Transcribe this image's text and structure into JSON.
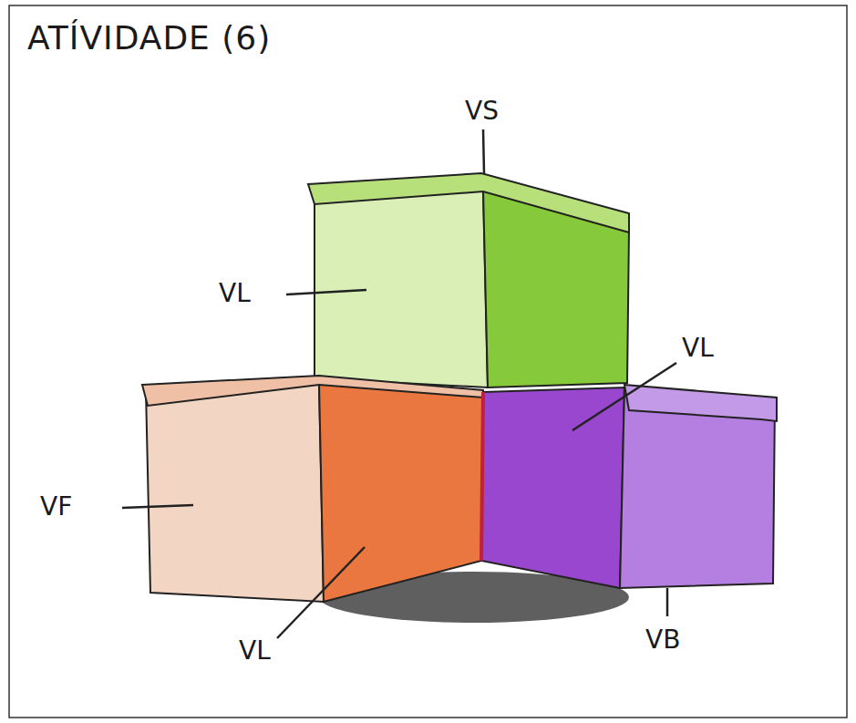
{
  "diagram": {
    "title": "ATÍVIDADE (6)",
    "labels": [
      "VS",
      "VL",
      "VL",
      "VF",
      "VL",
      "VB"
    ]
  }
}
